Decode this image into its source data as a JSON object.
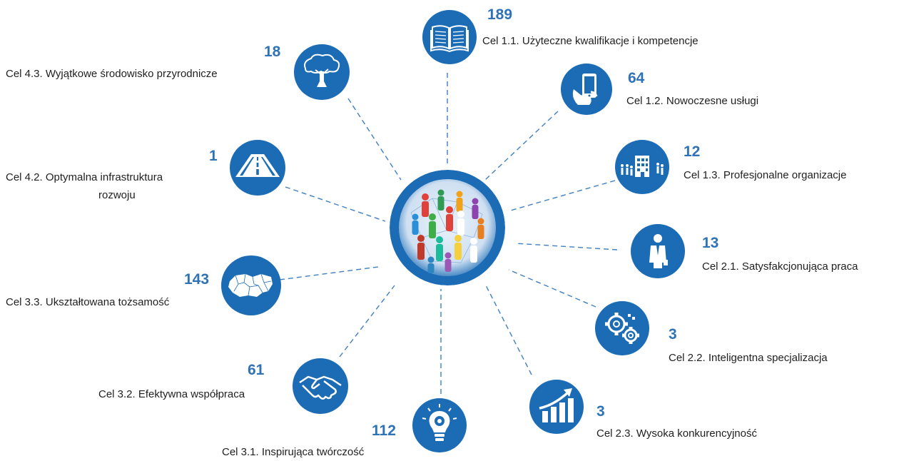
{
  "colors": {
    "accent": "#1b6cb5",
    "number": "#2f73b6",
    "connector": "#3f7fc2",
    "text": "#1f1f1f"
  },
  "hub": {
    "icon": "network-people-icon"
  },
  "goals": [
    {
      "id": "c11",
      "count": "189",
      "label": "Cel 1.1. Użyteczne kwalifikacje i kompetencje",
      "icon": "book-icon"
    },
    {
      "id": "c12",
      "count": "64",
      "label": "Cel 1.2. Nowoczesne usługi",
      "icon": "smartphone-hand-icon"
    },
    {
      "id": "c13",
      "count": "12",
      "label": "Cel 1.3. Profesjonalne organizacje",
      "icon": "building-people-icon"
    },
    {
      "id": "c21",
      "count": "13",
      "label": "Cel 2.1. Satysfakcjonująca praca",
      "icon": "businessman-icon"
    },
    {
      "id": "c22",
      "count": "3",
      "label": "Cel 2.2. Inteligentna specjalizacja",
      "icon": "gears-icon"
    },
    {
      "id": "c23",
      "count": "3",
      "label": "Cel 2.3. Wysoka konkurencyjność",
      "icon": "growth-chart-icon"
    },
    {
      "id": "c31",
      "count": "112",
      "label": "Cel 3.1. Inspirująca twórczość",
      "icon": "lightbulb-head-icon"
    },
    {
      "id": "c32",
      "count": "61",
      "label": "Cel 3.2. Efektywna współpraca",
      "icon": "handshake-icon"
    },
    {
      "id": "c33",
      "count": "143",
      "label": "Cel 3.3. Ukształtowana tożsamość",
      "icon": "region-map-icon"
    },
    {
      "id": "c42",
      "count": "1",
      "label_line1": "Cel 4.2.  Optymalna infrastruktura",
      "label_line2": "rozwoju",
      "icon": "road-icon"
    },
    {
      "id": "c43",
      "count": "18",
      "label": "Cel 4.3. Wyjątkowe środowisko przyrodnicze",
      "icon": "tree-icon"
    }
  ]
}
